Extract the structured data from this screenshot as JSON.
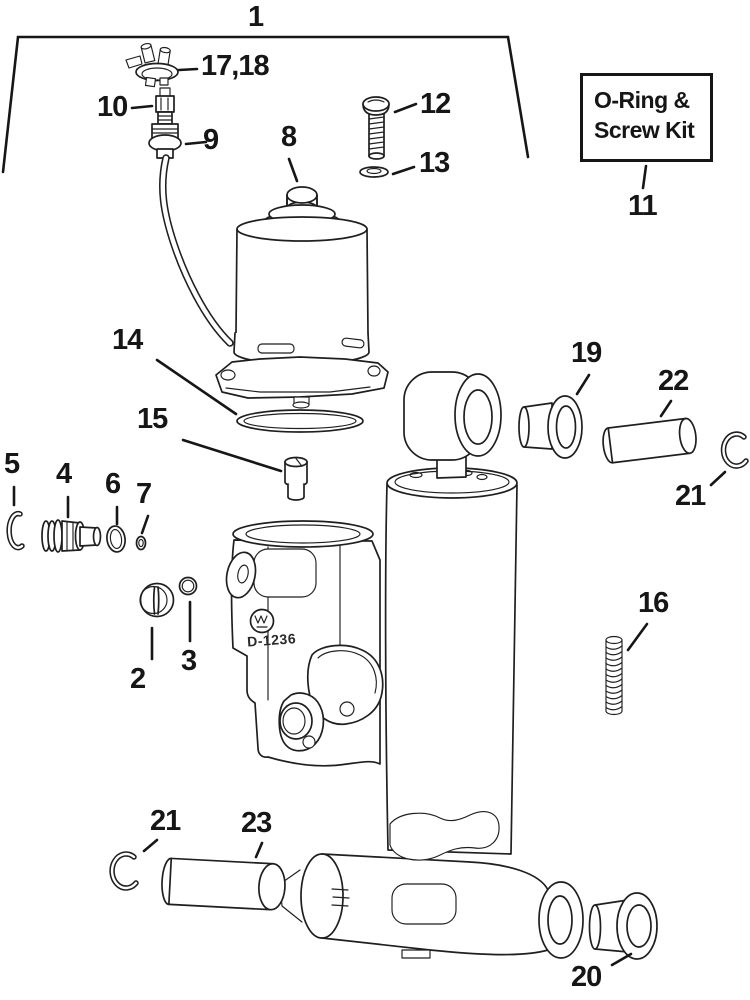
{
  "page": {
    "background": "#ffffff",
    "ink": "#1f1f1f"
  },
  "kit_box": {
    "line1": "O-Ring &",
    "line2": "Screw Kit"
  },
  "part_stamp": "D-1236",
  "callouts": [
    {
      "id": "1",
      "label": "1"
    },
    {
      "id": "17-18",
      "label": "17,18"
    },
    {
      "id": "10",
      "label": "10"
    },
    {
      "id": "9",
      "label": "9"
    },
    {
      "id": "8",
      "label": "8"
    },
    {
      "id": "12",
      "label": "12"
    },
    {
      "id": "13",
      "label": "13"
    },
    {
      "id": "11",
      "label": "11"
    },
    {
      "id": "14",
      "label": "14"
    },
    {
      "id": "15",
      "label": "15"
    },
    {
      "id": "5",
      "label": "5"
    },
    {
      "id": "4",
      "label": "4"
    },
    {
      "id": "6",
      "label": "6"
    },
    {
      "id": "7",
      "label": "7"
    },
    {
      "id": "2",
      "label": "2"
    },
    {
      "id": "3",
      "label": "3"
    },
    {
      "id": "19",
      "label": "19"
    },
    {
      "id": "22",
      "label": "22"
    },
    {
      "id": "21-upper",
      "label": "21"
    },
    {
      "id": "16",
      "label": "16"
    },
    {
      "id": "21-lower",
      "label": "21"
    },
    {
      "id": "23",
      "label": "23"
    },
    {
      "id": "20",
      "label": "20"
    }
  ]
}
